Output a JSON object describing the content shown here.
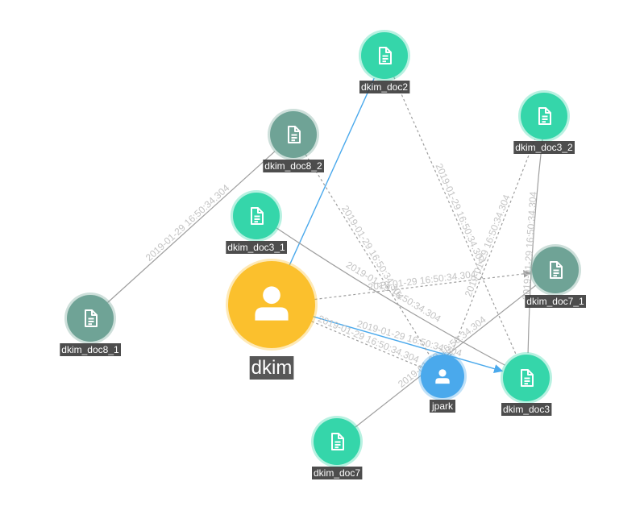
{
  "colors": {
    "doc_teal": "#35d6aa",
    "doc_gray": "#6fa396",
    "user_gold": "#fbc02d",
    "user_blue": "#4aa9ec",
    "edge_gray": "#9e9e9e",
    "edge_blue": "#4aa9ec",
    "edge_label": "#c4c4c4",
    "label_bg": "#3a3a3a"
  },
  "graph": {
    "nodes": [
      {
        "id": "dkim",
        "label": "dkim",
        "type": "user",
        "icon": "person-icon",
        "color": "#fbc02d"
      },
      {
        "id": "jpark",
        "label": "jpark",
        "type": "user",
        "icon": "person-icon",
        "color": "#4aa9ec"
      },
      {
        "id": "dkim_doc2",
        "label": "dkim_doc2",
        "type": "document",
        "icon": "document-icon",
        "color": "#35d6aa"
      },
      {
        "id": "dkim_doc8_2",
        "label": "dkim_doc8_2",
        "type": "document",
        "icon": "document-icon",
        "color": "#6fa396"
      },
      {
        "id": "dkim_doc3_1",
        "label": "dkim_doc3_1",
        "type": "document",
        "icon": "document-icon",
        "color": "#35d6aa"
      },
      {
        "id": "dkim_doc8_1",
        "label": "dkim_doc8_1",
        "type": "document",
        "icon": "document-icon",
        "color": "#6fa396"
      },
      {
        "id": "dkim_doc3_2",
        "label": "dkim_doc3_2",
        "type": "document",
        "icon": "document-icon",
        "color": "#35d6aa"
      },
      {
        "id": "dkim_doc7_1",
        "label": "dkim_doc7_1",
        "type": "document",
        "icon": "document-icon",
        "color": "#6fa396"
      },
      {
        "id": "dkim_doc3",
        "label": "dkim_doc3",
        "type": "document",
        "icon": "document-icon",
        "color": "#35d6aa"
      },
      {
        "id": "dkim_doc7",
        "label": "dkim_doc7",
        "type": "document",
        "icon": "document-icon",
        "color": "#35d6aa"
      }
    ],
    "edges": [
      {
        "id": "e1",
        "source": "dkim",
        "target": "dkim_doc2",
        "style": "solid-blue",
        "label": ""
      },
      {
        "id": "e2",
        "source": "dkim",
        "target": "dkim_doc3",
        "style": "solid-blue-arrow",
        "label": "2019-01-29 16:50:34.304"
      },
      {
        "id": "e3",
        "source": "dkim_doc8_1",
        "target": "dkim_doc8_2",
        "style": "solid-gray",
        "label": "2019-01-29 16:50:34.304"
      },
      {
        "id": "e4",
        "source": "dkim_doc8_2",
        "target": "jpark",
        "style": "dashed",
        "label": "2019-01-29 16:50:34.304"
      },
      {
        "id": "e5",
        "source": "dkim_doc3_1",
        "target": "dkim_doc3",
        "style": "solid-gray",
        "label": "2019-01-29 16:50:34.304"
      },
      {
        "id": "e6",
        "source": "dkim",
        "target": "dkim_doc7_1",
        "style": "dashed-arrow",
        "label": "2019-01-29 16:50:34.304"
      },
      {
        "id": "e7",
        "source": "jpark",
        "target": "dkim_doc3_2",
        "style": "dashed",
        "label": "2019-01-29 16:50:34.304"
      },
      {
        "id": "e8",
        "source": "dkim_doc3_2",
        "target": "dkim_doc3",
        "style": "solid-gray",
        "label": "2019-01-29 16:50:34.304"
      },
      {
        "id": "e9",
        "source": "dkim_doc7",
        "target": "dkim_doc7_1",
        "style": "solid-gray",
        "label": "2019-01-29 16:50:34.304"
      },
      {
        "id": "e10",
        "source": "dkim",
        "target": "jpark",
        "style": "dashed",
        "label": "2019-01-29 16:50:34.304"
      },
      {
        "id": "e11",
        "source": "dkim_doc2",
        "target": "dkim_doc3",
        "style": "dashed",
        "label": "2019-01-29 16:50:34.304"
      }
    ]
  }
}
